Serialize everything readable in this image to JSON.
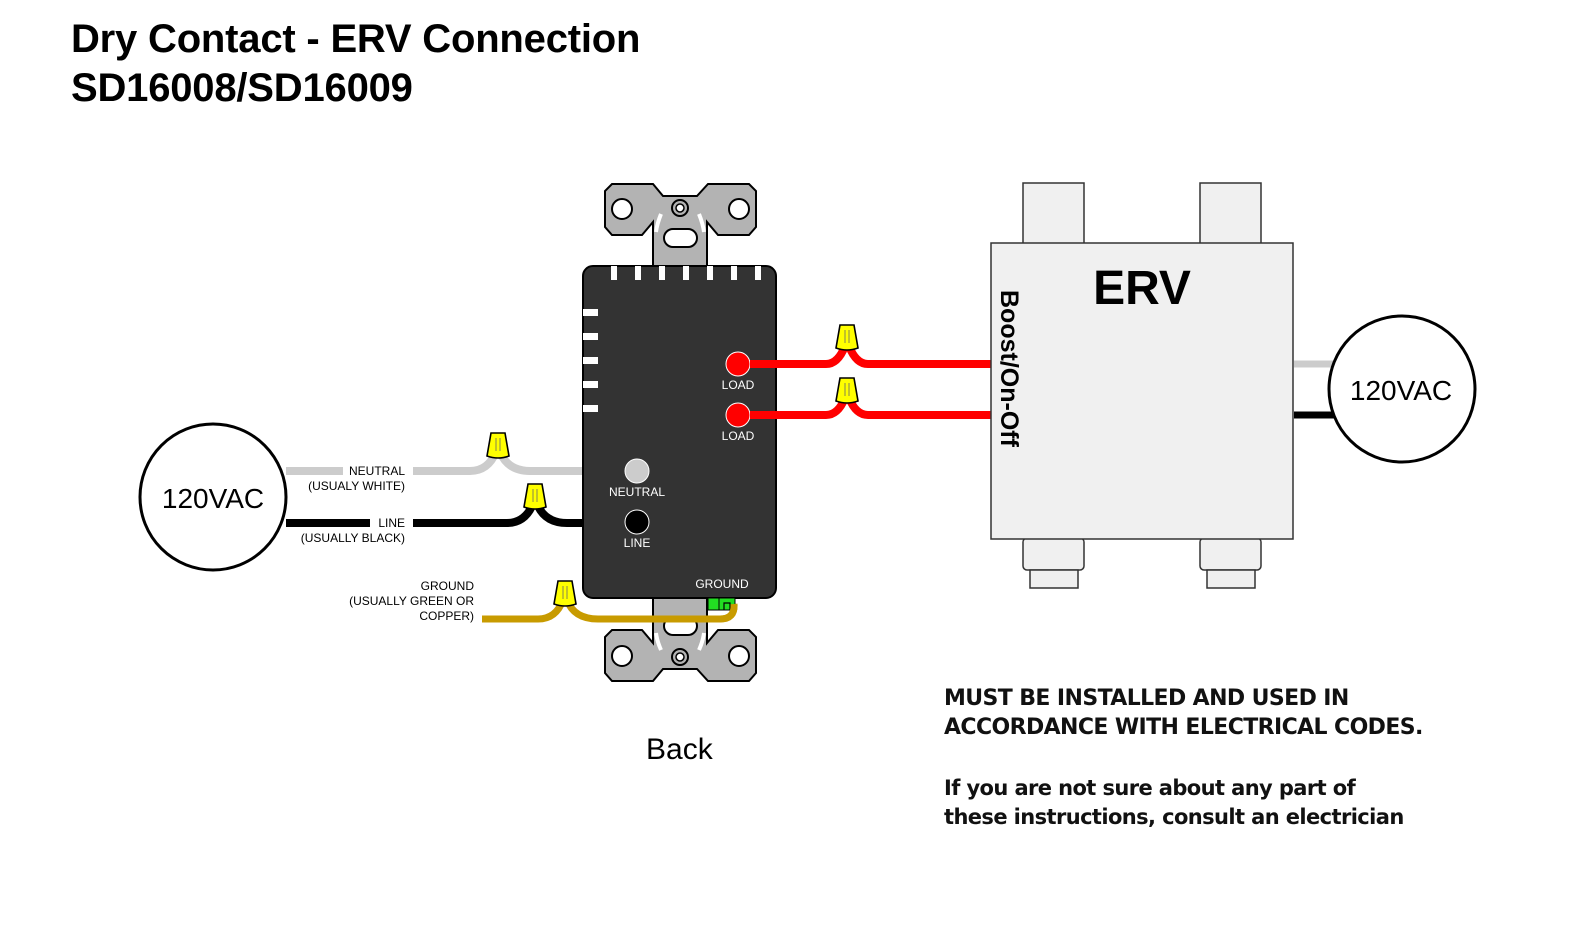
{
  "title": {
    "line1": "Dry Contact - ERV Connection",
    "line2": "SD16008/SD16009"
  },
  "left_source": {
    "label": "120VAC",
    "wires": [
      {
        "name": "NEUTRAL",
        "note": "(USUALY WHITE)",
        "color": "#cccccc"
      },
      {
        "name": "LINE",
        "note": "(USUALLY BLACK)",
        "color": "#000000"
      },
      {
        "name": "GROUND",
        "note_lines": [
          "(USUALLY GREEN OR",
          "COPPER)"
        ],
        "color": "#c89b00"
      }
    ]
  },
  "device": {
    "view_label": "Back",
    "body_color": "#333333",
    "bracket_color": "#b3b3b3",
    "terminals": {
      "load_1": "LOAD",
      "load_2": "LOAD",
      "neutral": "NEUTRAL",
      "line": "LINE",
      "ground": "GROUND"
    },
    "load_color": "#ff0000",
    "ground_screw_color": "#22dd22"
  },
  "erv": {
    "label": "ERV",
    "input_label": "Boost/On-Off",
    "fill": "#f0f0f0"
  },
  "right_source": {
    "label": "120VAC"
  },
  "wire_nut_color": "#ffff00",
  "notes": {
    "warning_lines": [
      "MUST BE INSTALLED AND USED IN",
      "ACCORDANCE WITH ELECTRICAL CODES."
    ],
    "advice_lines": [
      "If you are not sure about any part of",
      "these instructions, consult an electrician"
    ]
  }
}
